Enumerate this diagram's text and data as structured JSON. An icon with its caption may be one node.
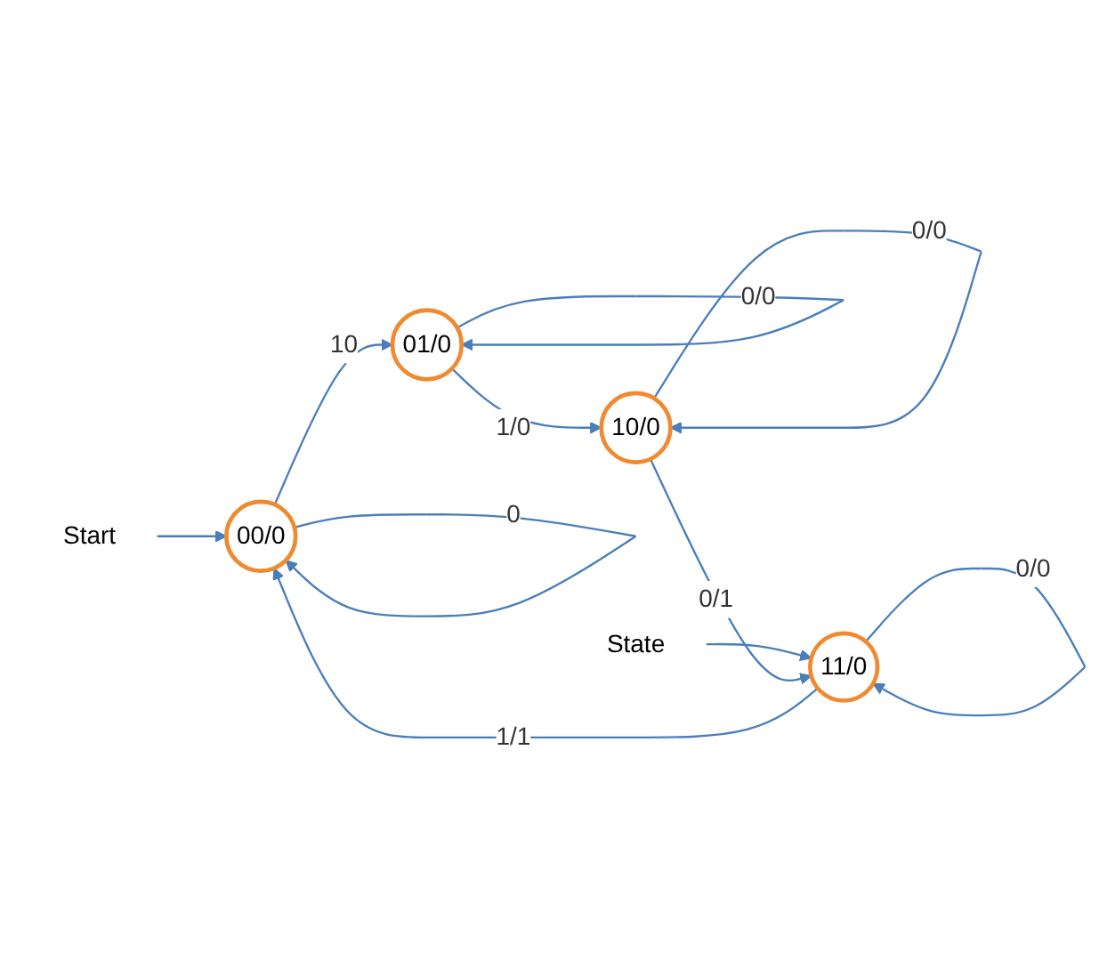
{
  "diagram": {
    "nodes": [
      {
        "text": [
          "Start"
        ]
      },
      {
        "text": [
          "00/0"
        ]
      },
      {
        "text": [
          "01/0"
        ]
      },
      {
        "text": [
          "State"
        ]
      },
      {
        "text": [
          "11/0"
        ]
      },
      {
        "text": [
          "10/0"
        ]
      }
    ],
    "edges": [
      {
        "from": 0,
        "to": 1,
        "arrow": "to"
      },
      {
        "from": 1,
        "to": 2,
        "arrow": "to",
        "label": "10"
      },
      {
        "from": 2,
        "to": 2,
        "arrow": "to",
        "label": "0/0"
      },
      {
        "from": 1,
        "to": 1,
        "arrow": "to",
        "label": "0"
      },
      {
        "from": 2,
        "to": 5,
        "arrow": "to",
        "label": "1/0"
      },
      {
        "from": 3,
        "to": 4,
        "arrow": "to"
      },
      {
        "from": 5,
        "to": 5,
        "arrow": "to",
        "label": "0/0"
      },
      {
        "from": 5,
        "to": 4,
        "arrow": "to",
        "label": "0/1"
      },
      {
        "from": 4,
        "to": 1,
        "arrow": "to",
        "label": "1/1"
      },
      {
        "from": 4,
        "to": 4,
        "arrow": "to",
        "label": "0/0"
      }
    ]
  }
}
